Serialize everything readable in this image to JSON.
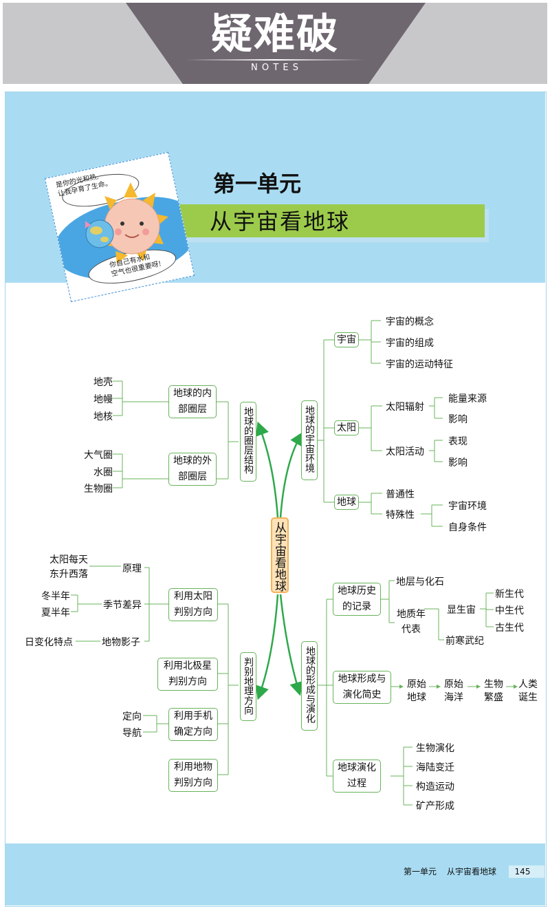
{
  "header": {
    "title": "疑难破",
    "subtitle": "N O T E S"
  },
  "unit": {
    "number": "第一单元",
    "title": "从宇宙看地球"
  },
  "cartoon": {
    "bubble_top": [
      "是你的光和热,",
      "让我孕育了生命。"
    ],
    "bubble_bottom": [
      "你自己有水和",
      "空气也很重要呀!"
    ]
  },
  "center": "从宇宙看地球",
  "branches": {
    "cosmic": {
      "label": "地球的宇宙环境",
      "universe": {
        "label": "宇宙",
        "items": [
          "宇宙的概念",
          "宇宙的组成",
          "宇宙的运动特征"
        ]
      },
      "sun": {
        "label": "太阳",
        "radiation": "太阳辐射",
        "radiation_items": [
          "能量来源",
          "影响"
        ],
        "activity": "太阳活动",
        "activity_items": [
          "表现",
          "影响"
        ]
      },
      "earth": {
        "label": "地球",
        "general": "普通性",
        "special": "特殊性",
        "special_items": [
          "宇宙环境",
          "自身条件"
        ]
      }
    },
    "spheres": {
      "label": "地球的圈层结构",
      "inner": {
        "label": [
          "地球的内",
          "部圈层"
        ],
        "items": [
          "地壳",
          "地幔",
          "地核"
        ]
      },
      "outer": {
        "label": [
          "地球的外",
          "部圈层"
        ],
        "items": [
          "大气圈",
          "水圈",
          "生物圈"
        ]
      }
    },
    "direction": {
      "label": "判别地理方向",
      "sun": {
        "label": [
          "利用太阳",
          "判别方向"
        ],
        "principle": "原理",
        "principle_left": [
          "太阳每天",
          "东升西落"
        ],
        "season": "季节差异",
        "season_left": [
          "冬半年",
          "夏半年"
        ],
        "shadow": "地物影子",
        "shadow_left": "日变化特点"
      },
      "polaris": {
        "label": [
          "利用北极星",
          "判别方向"
        ]
      },
      "phone": {
        "label": [
          "利用手机",
          "确定方向"
        ],
        "items": [
          "定向",
          "导航"
        ]
      },
      "objects": {
        "label": [
          "利用地物",
          "判别方向"
        ]
      }
    },
    "evolution": {
      "label": "地球的形成与演化",
      "history": {
        "label": [
          "地球历史",
          "的记录"
        ],
        "strata": "地层与化石",
        "eras": [
          "地质年",
          "代表"
        ],
        "phanerozoic": "显生宙",
        "phanerozoic_items": [
          "新生代",
          "中生代",
          "古生代"
        ],
        "precambrian": "前寒武纪"
      },
      "formation": {
        "label": [
          "地球形成与",
          "演化简史"
        ],
        "steps": [
          [
            "原始",
            "地球"
          ],
          [
            "原始",
            "海洋"
          ],
          [
            "生物",
            "繁盛"
          ],
          [
            "人类",
            "诞生"
          ]
        ]
      },
      "process": {
        "label": [
          "地球演化",
          "过程"
        ],
        "items": [
          "生物演化",
          "海陆变迁",
          "构造运动",
          "矿产形成"
        ]
      }
    }
  },
  "footer": {
    "unit": "第一单元",
    "title": "从宇宙看地球",
    "page": "145"
  },
  "colors": {
    "line_green": "#67b35a",
    "arrow_green": "#2da84a",
    "banner_green": "#9ccb4b",
    "sky_blue": "#a9dcf2",
    "center_orange": "#f6b15b"
  }
}
